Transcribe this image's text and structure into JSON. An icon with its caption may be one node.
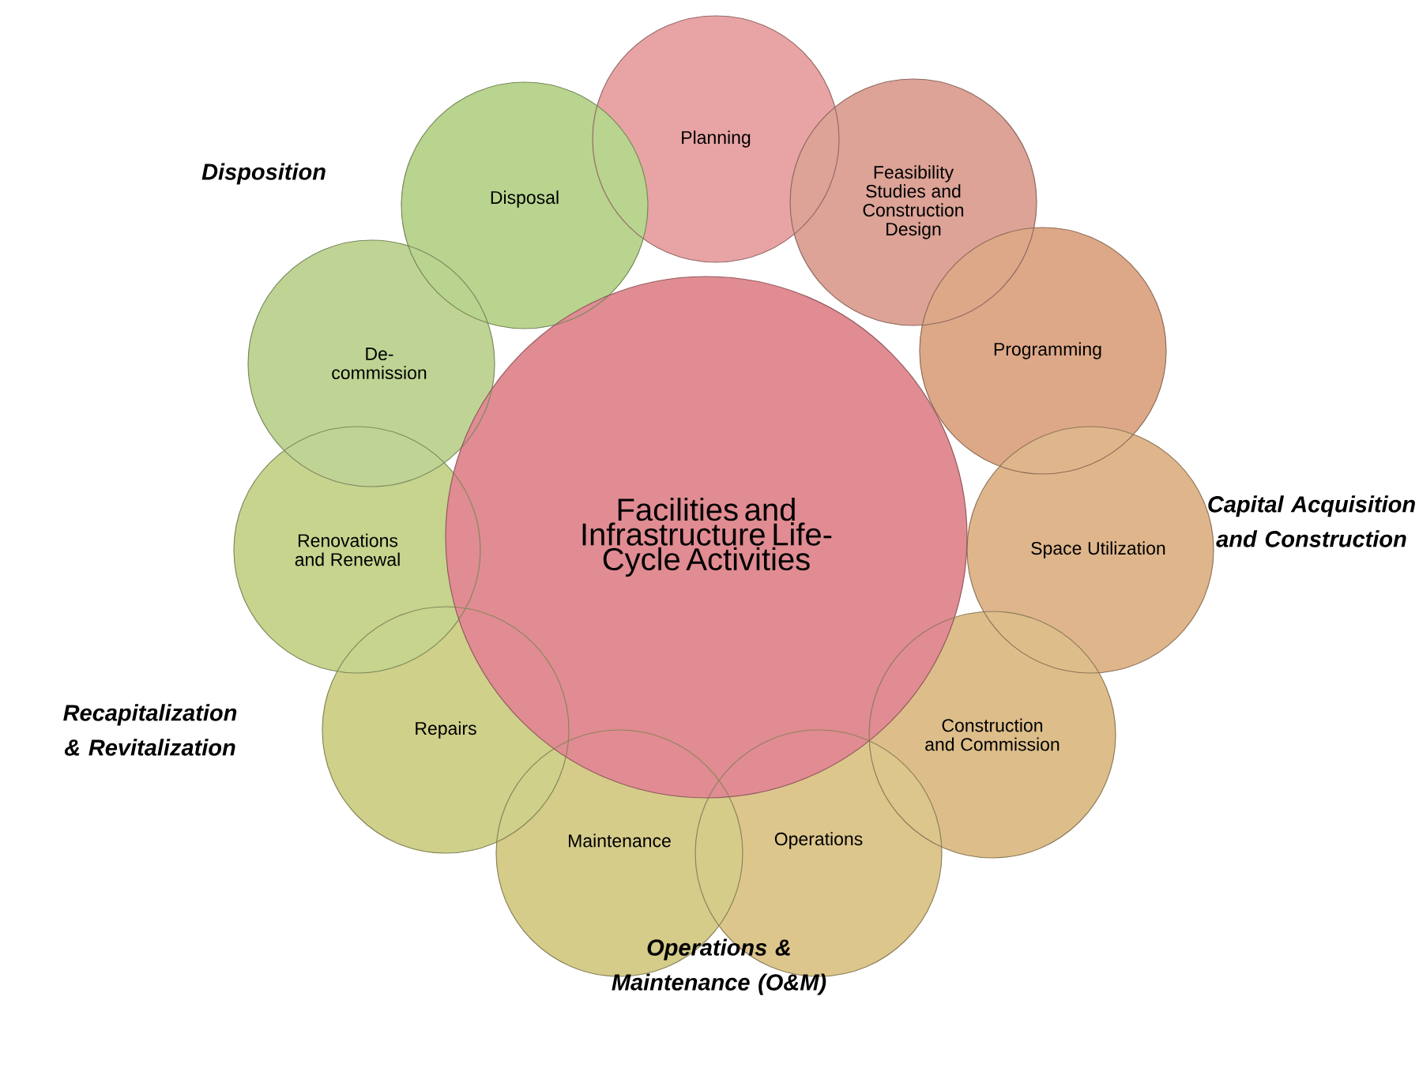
{
  "diagram": {
    "nodes": [
      {
        "text": [
          "Facilities and Infrastructure Life-Cycle Activities"
        ]
      },
      {
        "text": [
          "Planning"
        ]
      },
      {
        "text": [
          "Feasibility Studies and Construction Design"
        ]
      },
      {
        "text": [
          "Programming"
        ]
      },
      {
        "text": [
          "Space Utilization"
        ]
      },
      {
        "text": [
          "Construction and Commission"
        ]
      },
      {
        "text": [
          "Operations"
        ]
      },
      {
        "text": [
          "Maintenance"
        ]
      },
      {
        "text": [
          "Repairs"
        ]
      },
      {
        "text": [
          "Renovations and Renewal"
        ]
      },
      {
        "text": [
          "De-commission"
        ]
      },
      {
        "text": [
          "Disposal"
        ]
      }
    ],
    "labels": [
      "Disposition",
      "Capital Acquisition and Construction",
      "Recapitalization & Revitalization",
      "Operations & Maintenance (O&M)"
    ]
  }
}
